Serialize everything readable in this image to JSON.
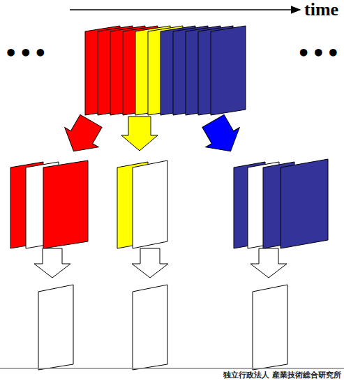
{
  "diagram": {
    "labels": [
      "time",
      "•••",
      "•••",
      "独立行政法人 産業技術総合研究所"
    ]
  }
}
